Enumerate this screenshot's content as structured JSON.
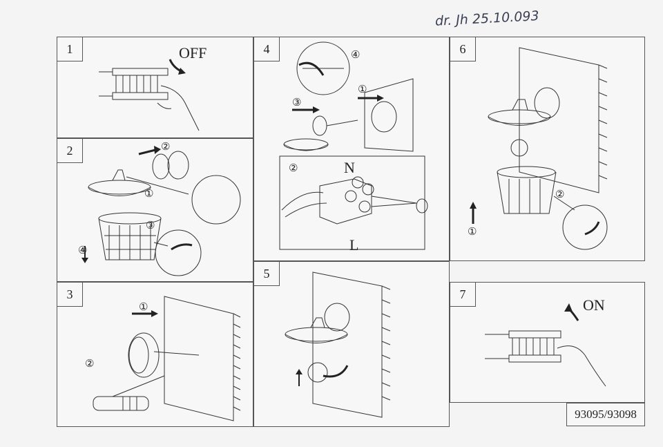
{
  "signature": "dr. Jh 25.10.093",
  "model_number": "93095/93098",
  "panels": {
    "p1": {
      "number": "1",
      "off_label": "OFF"
    },
    "p2": {
      "number": "2",
      "callouts": [
        "②",
        "①",
        "③",
        "④"
      ]
    },
    "p3": {
      "number": "3",
      "callouts": [
        "①",
        "②"
      ]
    },
    "p4": {
      "number": "4",
      "callouts": [
        "④",
        "③",
        "①",
        "②"
      ],
      "n_label": "N",
      "l_label": "L"
    },
    "p5": {
      "number": "5"
    },
    "p6": {
      "number": "6",
      "callouts": [
        "②",
        "①"
      ]
    },
    "p7": {
      "number": "7",
      "on_label": "ON"
    }
  },
  "colors": {
    "line": "#333333",
    "paper": "#f7f7f7",
    "signature": "#3a3f55"
  }
}
